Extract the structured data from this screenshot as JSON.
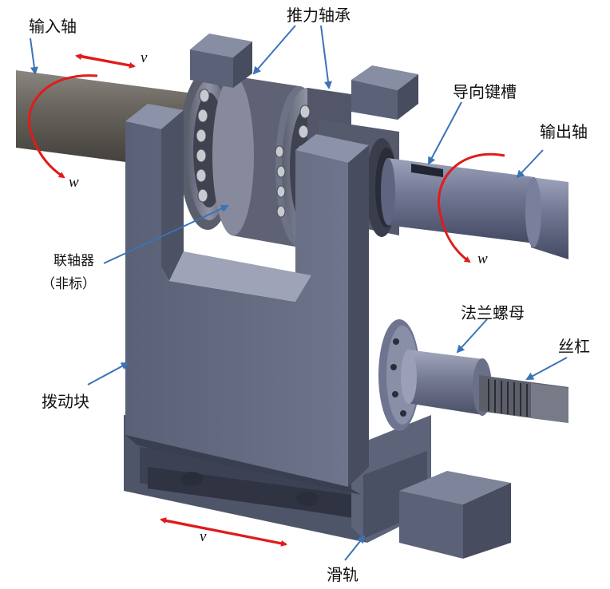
{
  "labels": {
    "input_shaft": "输入轴",
    "thrust_bearing": "推力轴承",
    "guide_keyway": "导向键槽",
    "output_shaft": "输出轴",
    "coupling_line1": "联轴器",
    "coupling_line2": "（非标）",
    "flange_nut": "法兰螺母",
    "lead_screw": "丝杠",
    "shift_block": "拨动块",
    "slide_rail": "滑轨"
  },
  "symbols": {
    "v_top": "v",
    "w_left": "w",
    "w_right": "w",
    "v_bottom": "v"
  },
  "colors": {
    "metal_dark": "#4d5366",
    "metal_mid": "#6a7087",
    "metal_light": "#8b90a3",
    "shaft": "#5f5c57",
    "arrow_red": "#e01b1b",
    "leader_blue": "#3a73b8"
  }
}
